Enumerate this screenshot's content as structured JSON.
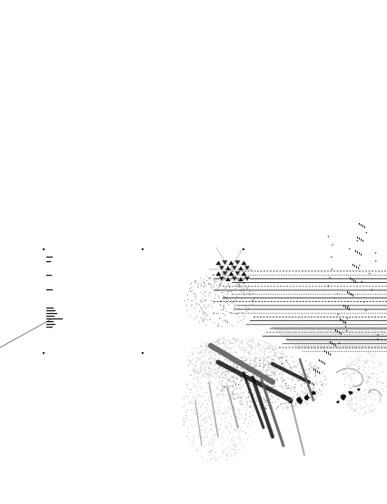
{
  "artwork": {
    "kind": "abstract generative linework composition",
    "palette": {
      "background": "#ffffff",
      "ink": "#111111",
      "mid": "#555555",
      "light": "#9a9a9a",
      "stipple": "#444444"
    },
    "elements": [
      "registration-marks",
      "barcode-ticks",
      "diagonal-hairline",
      "triangular-grid-motif",
      "stepped-horizontal-lines",
      "dotted-staircase",
      "stipple-clouds",
      "diagonal-streaks",
      "ink-splatters"
    ]
  }
}
